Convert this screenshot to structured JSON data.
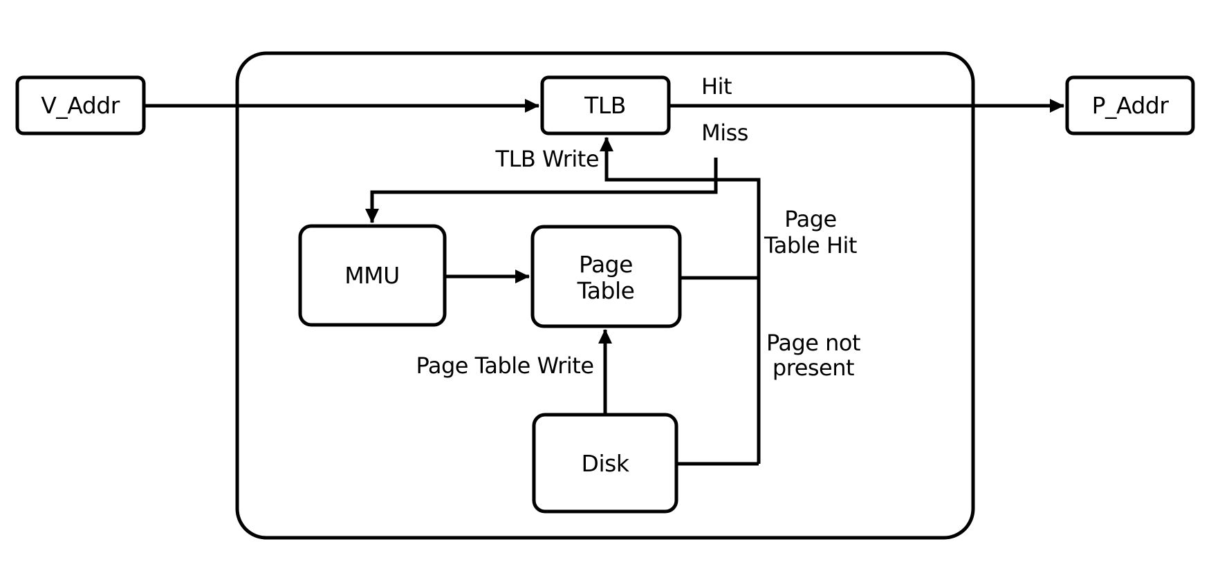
{
  "diagram": {
    "background_color": "#ffffff",
    "stroke_color": "#000000",
    "text_color": "#000000",
    "nodes": {
      "v_addr": "V_Addr",
      "tlb": "TLB",
      "p_addr": "P_Addr",
      "mmu": "MMU",
      "page_table_line1": "Page",
      "page_table_line2": "Table",
      "disk": "Disk"
    },
    "edge_labels": {
      "hit": "Hit",
      "miss": "Miss",
      "tlb_write": "TLB Write",
      "page_table_hit_line1": "Page",
      "page_table_hit_line2": "Table Hit",
      "page_not_present_line1": "Page not",
      "page_not_present_line2": "present",
      "page_table_write": "Page Table Write"
    }
  }
}
